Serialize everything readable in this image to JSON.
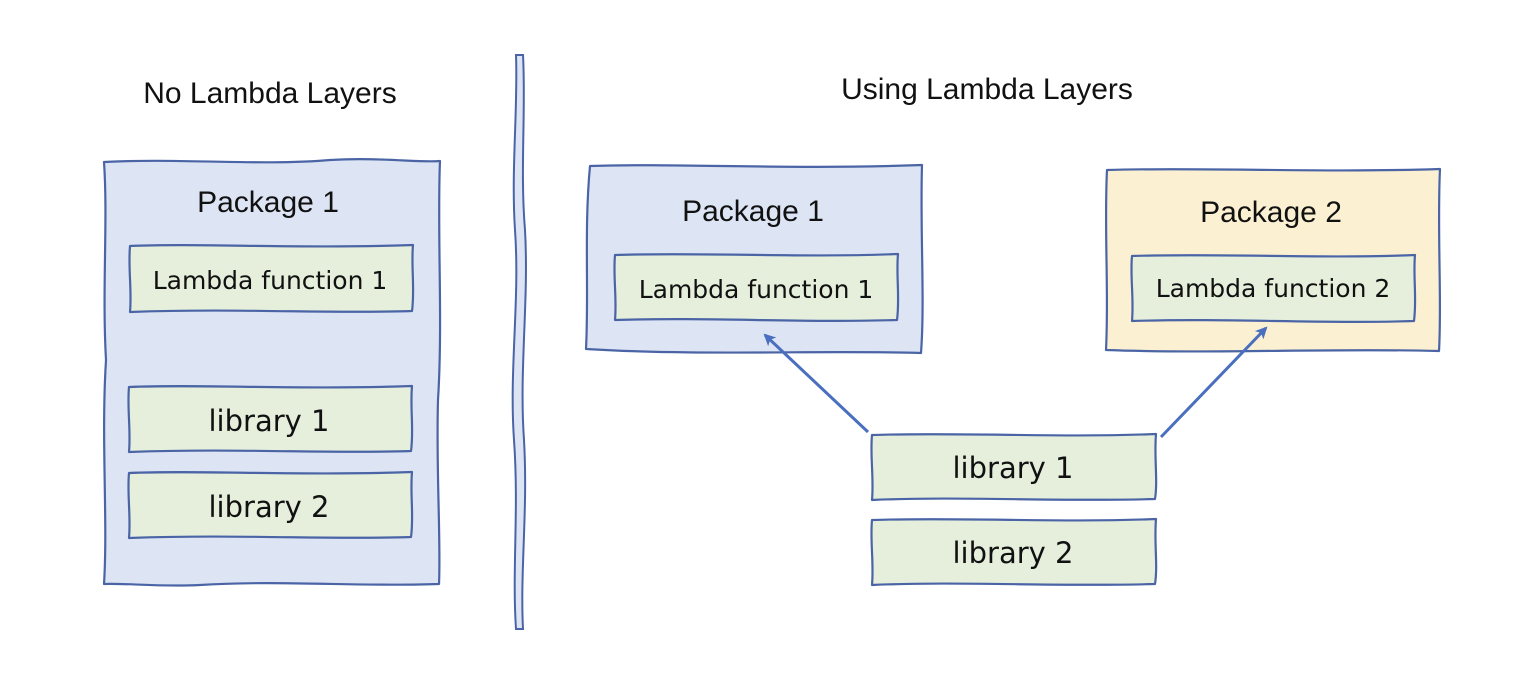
{
  "left_panel": {
    "title": "No Lambda Layers",
    "package": {
      "title": "Package 1",
      "function_label": "Lambda function 1",
      "libraries": [
        "library 1",
        "library 2"
      ]
    }
  },
  "right_panel": {
    "title": "Using Lambda Layers",
    "packages": [
      {
        "title": "Package 1",
        "function_label": "Lambda function 1"
      },
      {
        "title": "Package 2",
        "function_label": "Lambda function 2"
      }
    ],
    "libraries": [
      "library 1",
      "library 2"
    ]
  },
  "colors": {
    "package_1_fill": "#dde4f3",
    "package_2_fill": "#fbf1d2",
    "library_fill": "#e5efdc",
    "stroke": "#4a64a6",
    "arrow": "#4a6fbf"
  }
}
